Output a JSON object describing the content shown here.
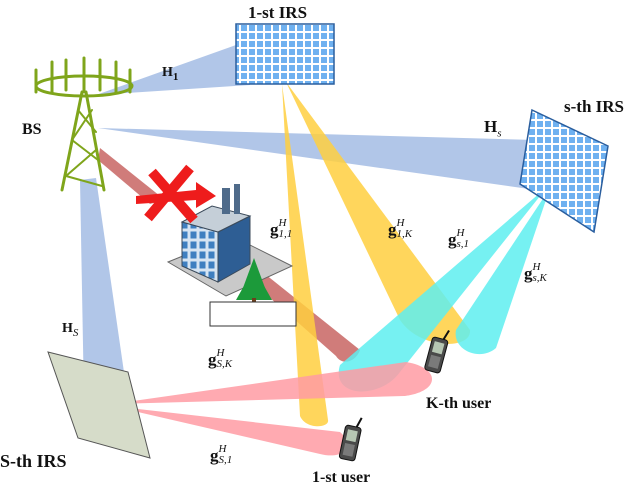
{
  "labels": {
    "irs1": "1-st IRS",
    "irss": "s-th IRS",
    "irsS": "S-th IRS",
    "bs": "BS",
    "user1": "1-st user",
    "userK": "K-th user"
  },
  "channels": {
    "H1": {
      "base": "H",
      "sub": "1"
    },
    "Hs": {
      "base": "H",
      "sub": "s"
    },
    "HS": {
      "base": "H",
      "sub": "S"
    },
    "g11": {
      "base": "g",
      "sup": "H",
      "sub": "1,1"
    },
    "g1K": {
      "base": "g",
      "sup": "H",
      "sub": "1,K"
    },
    "gs1": {
      "base": "g",
      "sup": "H",
      "sub": "s,1"
    },
    "gsK": {
      "base": "g",
      "sup": "H",
      "sub": "s,K"
    },
    "gSK": {
      "base": "g",
      "sup": "H",
      "sub": "S,K"
    },
    "gS1": {
      "base": "g",
      "sup": "H",
      "sub": "S,1"
    }
  },
  "colors": {
    "bs_beam": "#9fb9e4",
    "irs1_beam": "#ffd24a",
    "irss_beam": "#66eef2",
    "irsS_beam": "#ff9fa6",
    "blocked_beam": "#c0504d",
    "block_cross": "#ee1c1c",
    "tower": "#7fa51b",
    "irs_panel": "#4a8fd6"
  },
  "icons": [
    "bs-tower-icon",
    "irs-panel-icon",
    "building-icon",
    "tree-icon",
    "phone-icon",
    "block-cross-icon"
  ]
}
